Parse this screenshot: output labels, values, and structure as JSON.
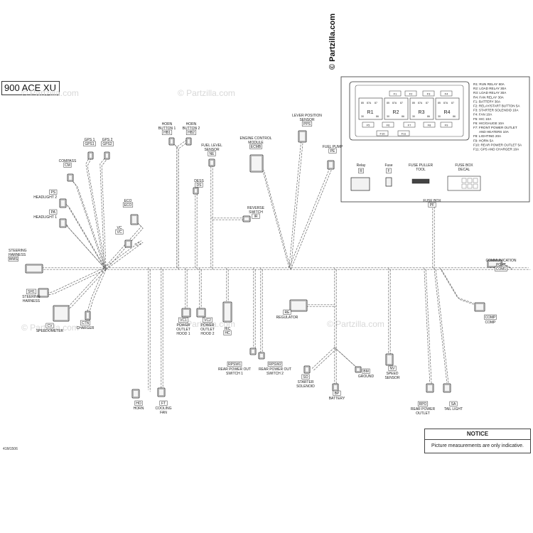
{
  "model": "900 ACE XU",
  "doc_number": "41M1506",
  "copyright": "© Partzilla.com",
  "watermark": "© Partzilla.com",
  "notice": {
    "title": "NOTICE",
    "text": "Picture measurements are only indicative."
  },
  "fuse_box": {
    "relays": [
      "R1",
      "R2",
      "R3",
      "R4"
    ],
    "relay_pins": [
      "85",
      "87A",
      "87",
      "30",
      "86"
    ],
    "fuses": [
      "F1",
      "F2",
      "F3",
      "F4",
      "F5",
      "F6",
      "F7",
      "F8",
      "F9",
      "F10",
      "F11"
    ],
    "legend": [
      "R1: RUN RELAY 60A",
      "R2: LOAD RELAY 30A",
      "R3: LOAD RELAY 30A",
      "R4: FAN RELAY 30A",
      "F1: BATTERY 30A",
      "F2: RELAY/START BUTTON 5A",
      "F3: STARTER SOLENOID 10A",
      "F4: FAN 10A",
      "F5: HIC 10A",
      "F6: HIC/GAUGE 10A",
      "F7: FRONT POWER OUTLET",
      "AND HEATERS 10A",
      "F8: LIGHTING 20A",
      "F9: HORN 5A",
      "F10: REAR POWER OUTLET 5A",
      "F11: GPS AND CHARGER 10A"
    ],
    "parts": [
      {
        "name": "Relay",
        "code": "R"
      },
      {
        "name": "Fuse",
        "code": "F"
      },
      {
        "name": "FUSE PULLER TOOL",
        "code": ""
      },
      {
        "name": "FUSE BOX DECAL",
        "code": ""
      }
    ]
  },
  "components": {
    "gps1": {
      "name": "GPS 1",
      "code": "GPS1"
    },
    "gps2": {
      "name": "GPS 2",
      "code": "GPS2"
    },
    "compass": {
      "name": "COMPASS",
      "code": "CM"
    },
    "headlight2": {
      "name": "HEADLIGHT 2",
      "code": "PS"
    },
    "headlight1": {
      "name": "HEADLIGHT 1",
      "code": "PA"
    },
    "eco": {
      "name": "ECO",
      "code": "ECO"
    },
    "vc": {
      "name": "VC",
      "code": "VC"
    },
    "horn_button1": {
      "name": "HORN BUTTON 1",
      "code": "HB1"
    },
    "horn_button2": {
      "name": "HORN BUTTON 2",
      "code": "HB2"
    },
    "fuel_level": {
      "name": "FUEL LEVEL SENSOR",
      "code": "NE"
    },
    "dess": {
      "name": "DESS",
      "code": "DS"
    },
    "ecm": {
      "name": "ENGINE CONTROL MODULE",
      "code": "ECMB"
    },
    "lever_position": {
      "name": "LEVER POSITION SENSOR",
      "code": "PPS"
    },
    "fuel_pump": {
      "name": "FUEL PUMP",
      "code": "PE"
    },
    "reverse_switch": {
      "name": "REVERSE SWITCH",
      "code": "IR"
    },
    "steering_harness": {
      "name": "STEERING HARNESS",
      "code": "WMS"
    },
    "steering_harness2": {
      "name": "STEERING HARNESS",
      "code": "SH1"
    },
    "speedometer": {
      "name": "SPEEDOMETER",
      "code": "CV"
    },
    "charger": {
      "name": "CHARGER",
      "code": "CTN"
    },
    "outlet_hood1": {
      "name": "POWER OUTLET HOOD 1",
      "code": "VC1"
    },
    "outlet_hood2": {
      "name": "POWER OUTLET HOOD 2",
      "code": "VC2"
    },
    "hic": {
      "name": "HIC",
      "code": "HC"
    },
    "regulator": {
      "name": "REGULATOR",
      "code": "RE"
    },
    "rear_switch1": {
      "name": "REAR POWER OUT SWITCH 1",
      "code": "RPSW1"
    },
    "rear_switch2": {
      "name": "REAR POWER OUT SWITCH 2",
      "code": "RPSW2"
    },
    "starter": {
      "name": "STARTER SOLENOID",
      "code": "SO"
    },
    "ground": {
      "name": "GROUND",
      "code": "BM"
    },
    "battery": {
      "name": "BATTERY",
      "code": "BP"
    },
    "speed_sensor": {
      "name": "SPEED SENSOR",
      "code": "NV"
    },
    "fuse_box": {
      "name": "FUSE BOX",
      "code": "PF"
    },
    "comm_port": {
      "name": "COMMUNICATION PORT",
      "code": "COM1"
    },
    "comp": {
      "name": "COMP",
      "code": "COMP"
    },
    "rear_outlet": {
      "name": "REAR POWER OUTLET",
      "code": "RPO"
    },
    "tail_light": {
      "name": "TAIL LIGHT",
      "code": "SA"
    },
    "horn": {
      "name": "HORN",
      "code": "HO"
    },
    "cooling_fan": {
      "name": "COOLING FAN",
      "code": "FT"
    }
  }
}
